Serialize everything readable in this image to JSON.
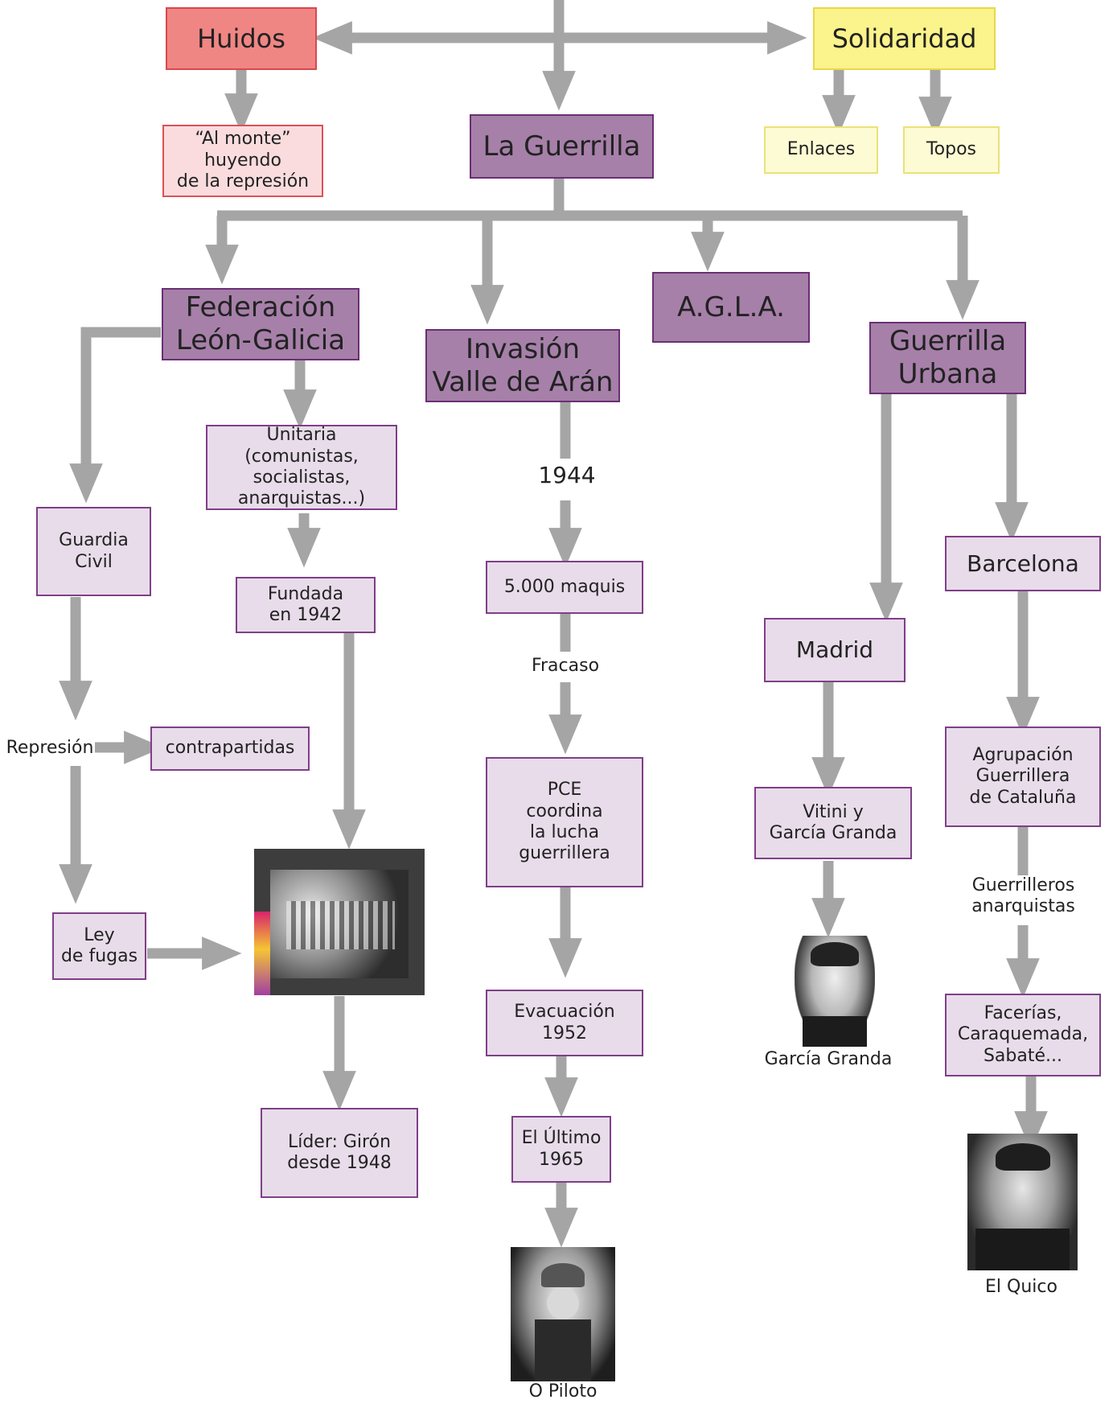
{
  "top": {
    "huidos": "Huidos",
    "solidaridad": "Solidaridad",
    "al_monte": "“Al monte”\nhuyendo\nde la represión",
    "la_guerrilla": "La Guerrilla",
    "enlaces": "Enlaces",
    "topos": "Topos"
  },
  "branches": {
    "federacion": "Federación\nLeón-Galicia",
    "invasion": "Invasión\nValle de Arán",
    "agla": "A.G.L.A.",
    "urbana": "Guerrilla\nUrbana"
  },
  "federacion": {
    "unitaria": "Unitaria (comunistas,\nsocialistas,\nanarquistas...)",
    "guardia_civil": "Guardia\nCivil",
    "fundada": "Fundada\nen 1942",
    "represion": "Represión",
    "contrapartidas": "contrapartidas",
    "ley_fugas": "Ley\nde fugas",
    "lider": "Líder: Girón\ndesde 1948"
  },
  "invasion": {
    "year": "1944",
    "maquis": "5.000 maquis",
    "fracaso": "Fracaso",
    "pce": "PCE\ncoordina\nla lucha\nguerrillera",
    "evacuacion": "Evacuación\n1952",
    "ultimo": "El Último\n1965",
    "o_piloto": "O Piloto"
  },
  "urbana": {
    "madrid": "Madrid",
    "barcelona": "Barcelona",
    "vitini": "Vitini y\nGarcía Granda",
    "garcia_granda": "García Granda",
    "agrupacion": "Agrupación\nGuerrillera\nde Cataluña",
    "anarquistas": "Guerrilleros\nanarquistas",
    "facerias": "Facerías,\nCaraquemada,\nSabaté...",
    "el_quico": "El Quico"
  },
  "colors": {
    "arrow": "#a5a5a5",
    "main_purple": "#a680a9",
    "light_purple": "#e8dcea",
    "red": "#f08684",
    "yellow": "#fbf38b"
  }
}
